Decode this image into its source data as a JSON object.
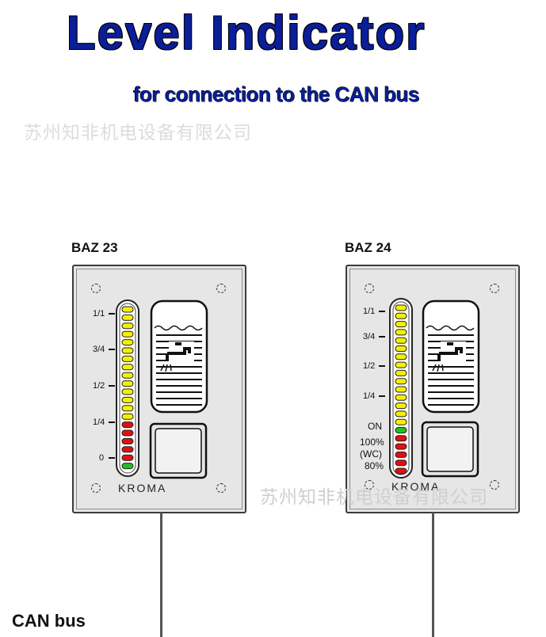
{
  "header": {
    "title": "Level Indicator",
    "subtitle": "for connection to the CAN bus"
  },
  "watermark": {
    "text_top": "苏州知非机电设备有限公司",
    "text_bottom": "苏州知非机电设备有限公司"
  },
  "devices": [
    {
      "model": "BAZ 23",
      "brand": "KROMA",
      "scale_labels": [
        "1/1",
        "3/4",
        "1/2",
        "1/4",
        "0"
      ],
      "leds": [
        "yellow",
        "yellow",
        "yellow",
        "yellow",
        "yellow",
        "yellow",
        "yellow",
        "yellow",
        "yellow",
        "yellow",
        "yellow",
        "yellow",
        "yellow",
        "yellow",
        "red",
        "red",
        "red",
        "red",
        "red",
        "green"
      ]
    },
    {
      "model": "BAZ 24",
      "brand": "KROMA",
      "scale_labels": [
        "1/1",
        "3/4",
        "1/2",
        "1/4"
      ],
      "extra_labels": [
        "ON",
        "100%",
        "(WC)",
        "80%"
      ],
      "leds": [
        "yellow",
        "yellow",
        "yellow",
        "yellow",
        "yellow",
        "yellow",
        "yellow",
        "yellow",
        "yellow",
        "yellow",
        "yellow",
        "yellow",
        "yellow",
        "yellow",
        "yellow",
        "green",
        "red",
        "red",
        "red",
        "red",
        "red"
      ]
    }
  ],
  "footer": {
    "label": "CAN bus"
  },
  "colors": {
    "title_blue": "#0a1e9a",
    "led_yellow": "#f4f000",
    "led_red": "#e01010",
    "led_green": "#22c022"
  }
}
